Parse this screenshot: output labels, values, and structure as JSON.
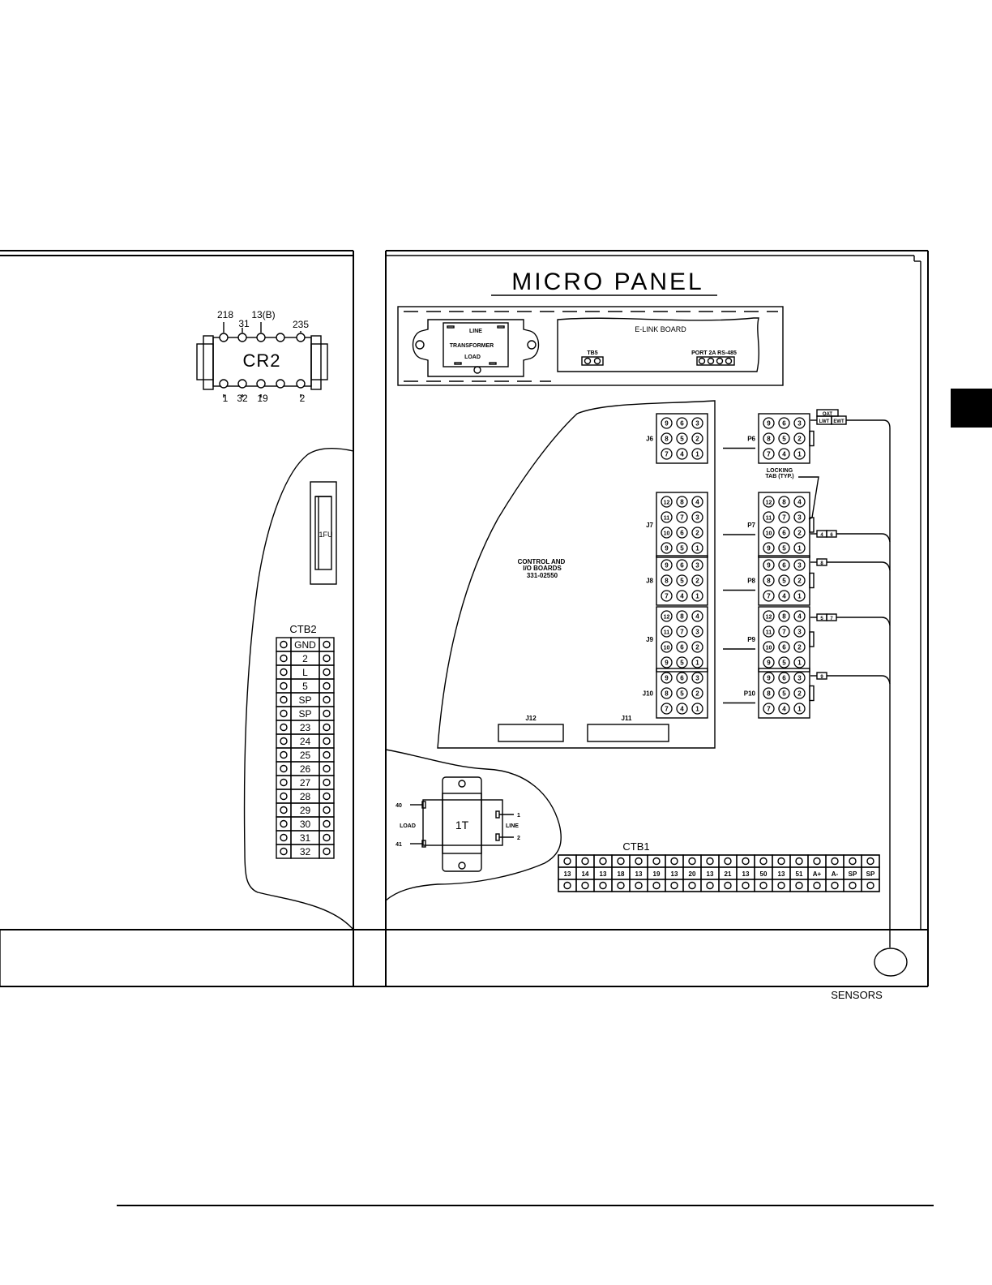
{
  "panel_title": "MICRO PANEL",
  "cr2": {
    "label": "CR2",
    "top_pins": [
      "218",
      "31",
      "13(B)",
      "235"
    ],
    "bottom_pins": [
      "1",
      "32",
      "19",
      "2"
    ]
  },
  "fuse_label": "1FU",
  "transformer_box": {
    "line": "LINE",
    "name": "TRANSFORMER",
    "load": "LOAD"
  },
  "elink": {
    "title": "E-LINK BOARD",
    "tb5": "TB5",
    "port": "PORT 2A RS-485"
  },
  "control_board": {
    "line1": "CONTROL AND",
    "line2": "I/O BOARDS",
    "line3": "331-02550"
  },
  "j_labels": [
    "J6",
    "J7",
    "J8",
    "J9",
    "J10"
  ],
  "p_labels": [
    "P6",
    "P7",
    "P8",
    "P9",
    "P10"
  ],
  "j11_label": "J11",
  "j12_label": "J12",
  "locking_tab": {
    "line1": "LOCKING",
    "line2": "TAB (TYP.)"
  },
  "wire_tags": {
    "oat": "OAT",
    "lwt": "LWT",
    "ewt": "EWT",
    "p7": [
      "4",
      "6"
    ],
    "p8": [
      "8"
    ],
    "p9": [
      "5",
      "7"
    ],
    "p10": [
      "9"
    ]
  },
  "pins9": [
    "9",
    "6",
    "3",
    "8",
    "5",
    "2",
    "7",
    "4",
    "1"
  ],
  "pins12": [
    "12",
    "8",
    "4",
    "11",
    "7",
    "3",
    "10",
    "6",
    "2",
    "9",
    "5",
    "1"
  ],
  "ctb2": {
    "title": "CTB2",
    "terminals": [
      "GND",
      "2",
      "L",
      "5",
      "SP",
      "SP",
      "23",
      "24",
      "25",
      "26",
      "27",
      "28",
      "29",
      "30",
      "31",
      "32"
    ]
  },
  "ctb1": {
    "title": "CTB1",
    "terminals": [
      "13",
      "14",
      "13",
      "18",
      "13",
      "19",
      "13",
      "20",
      "13",
      "21",
      "13",
      "50",
      "13",
      "51",
      "A+",
      "A-",
      "SP",
      "SP"
    ]
  },
  "t1": {
    "label": "1T",
    "load": "LOAD",
    "line": "LINE",
    "left_pins": [
      "40",
      "41"
    ],
    "right_pins": [
      "1",
      "2"
    ]
  },
  "sensors_label": "SENSORS"
}
